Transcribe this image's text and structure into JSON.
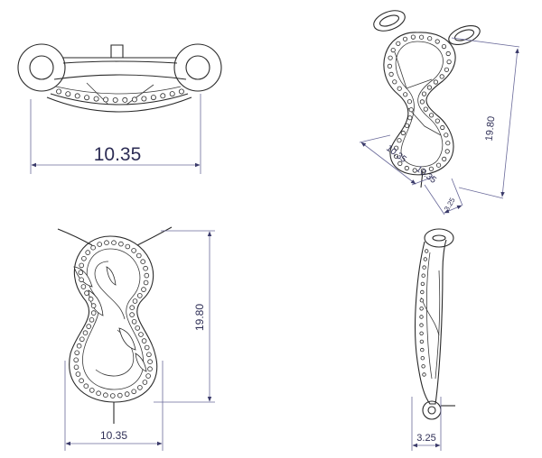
{
  "views": {
    "top": {
      "width_label": "10.35"
    },
    "iso": {
      "height_label": "19.80",
      "width_label": "10.35",
      "depth_label": "3.25"
    },
    "front": {
      "height_label": "19.80",
      "width_label": "10.35"
    },
    "side": {
      "depth_label": "3.25"
    }
  },
  "colors": {
    "line": "#2a2a2a",
    "dimension": "#6a6a9a",
    "dimension_text": "#2d2d55",
    "background": "#ffffff"
  }
}
